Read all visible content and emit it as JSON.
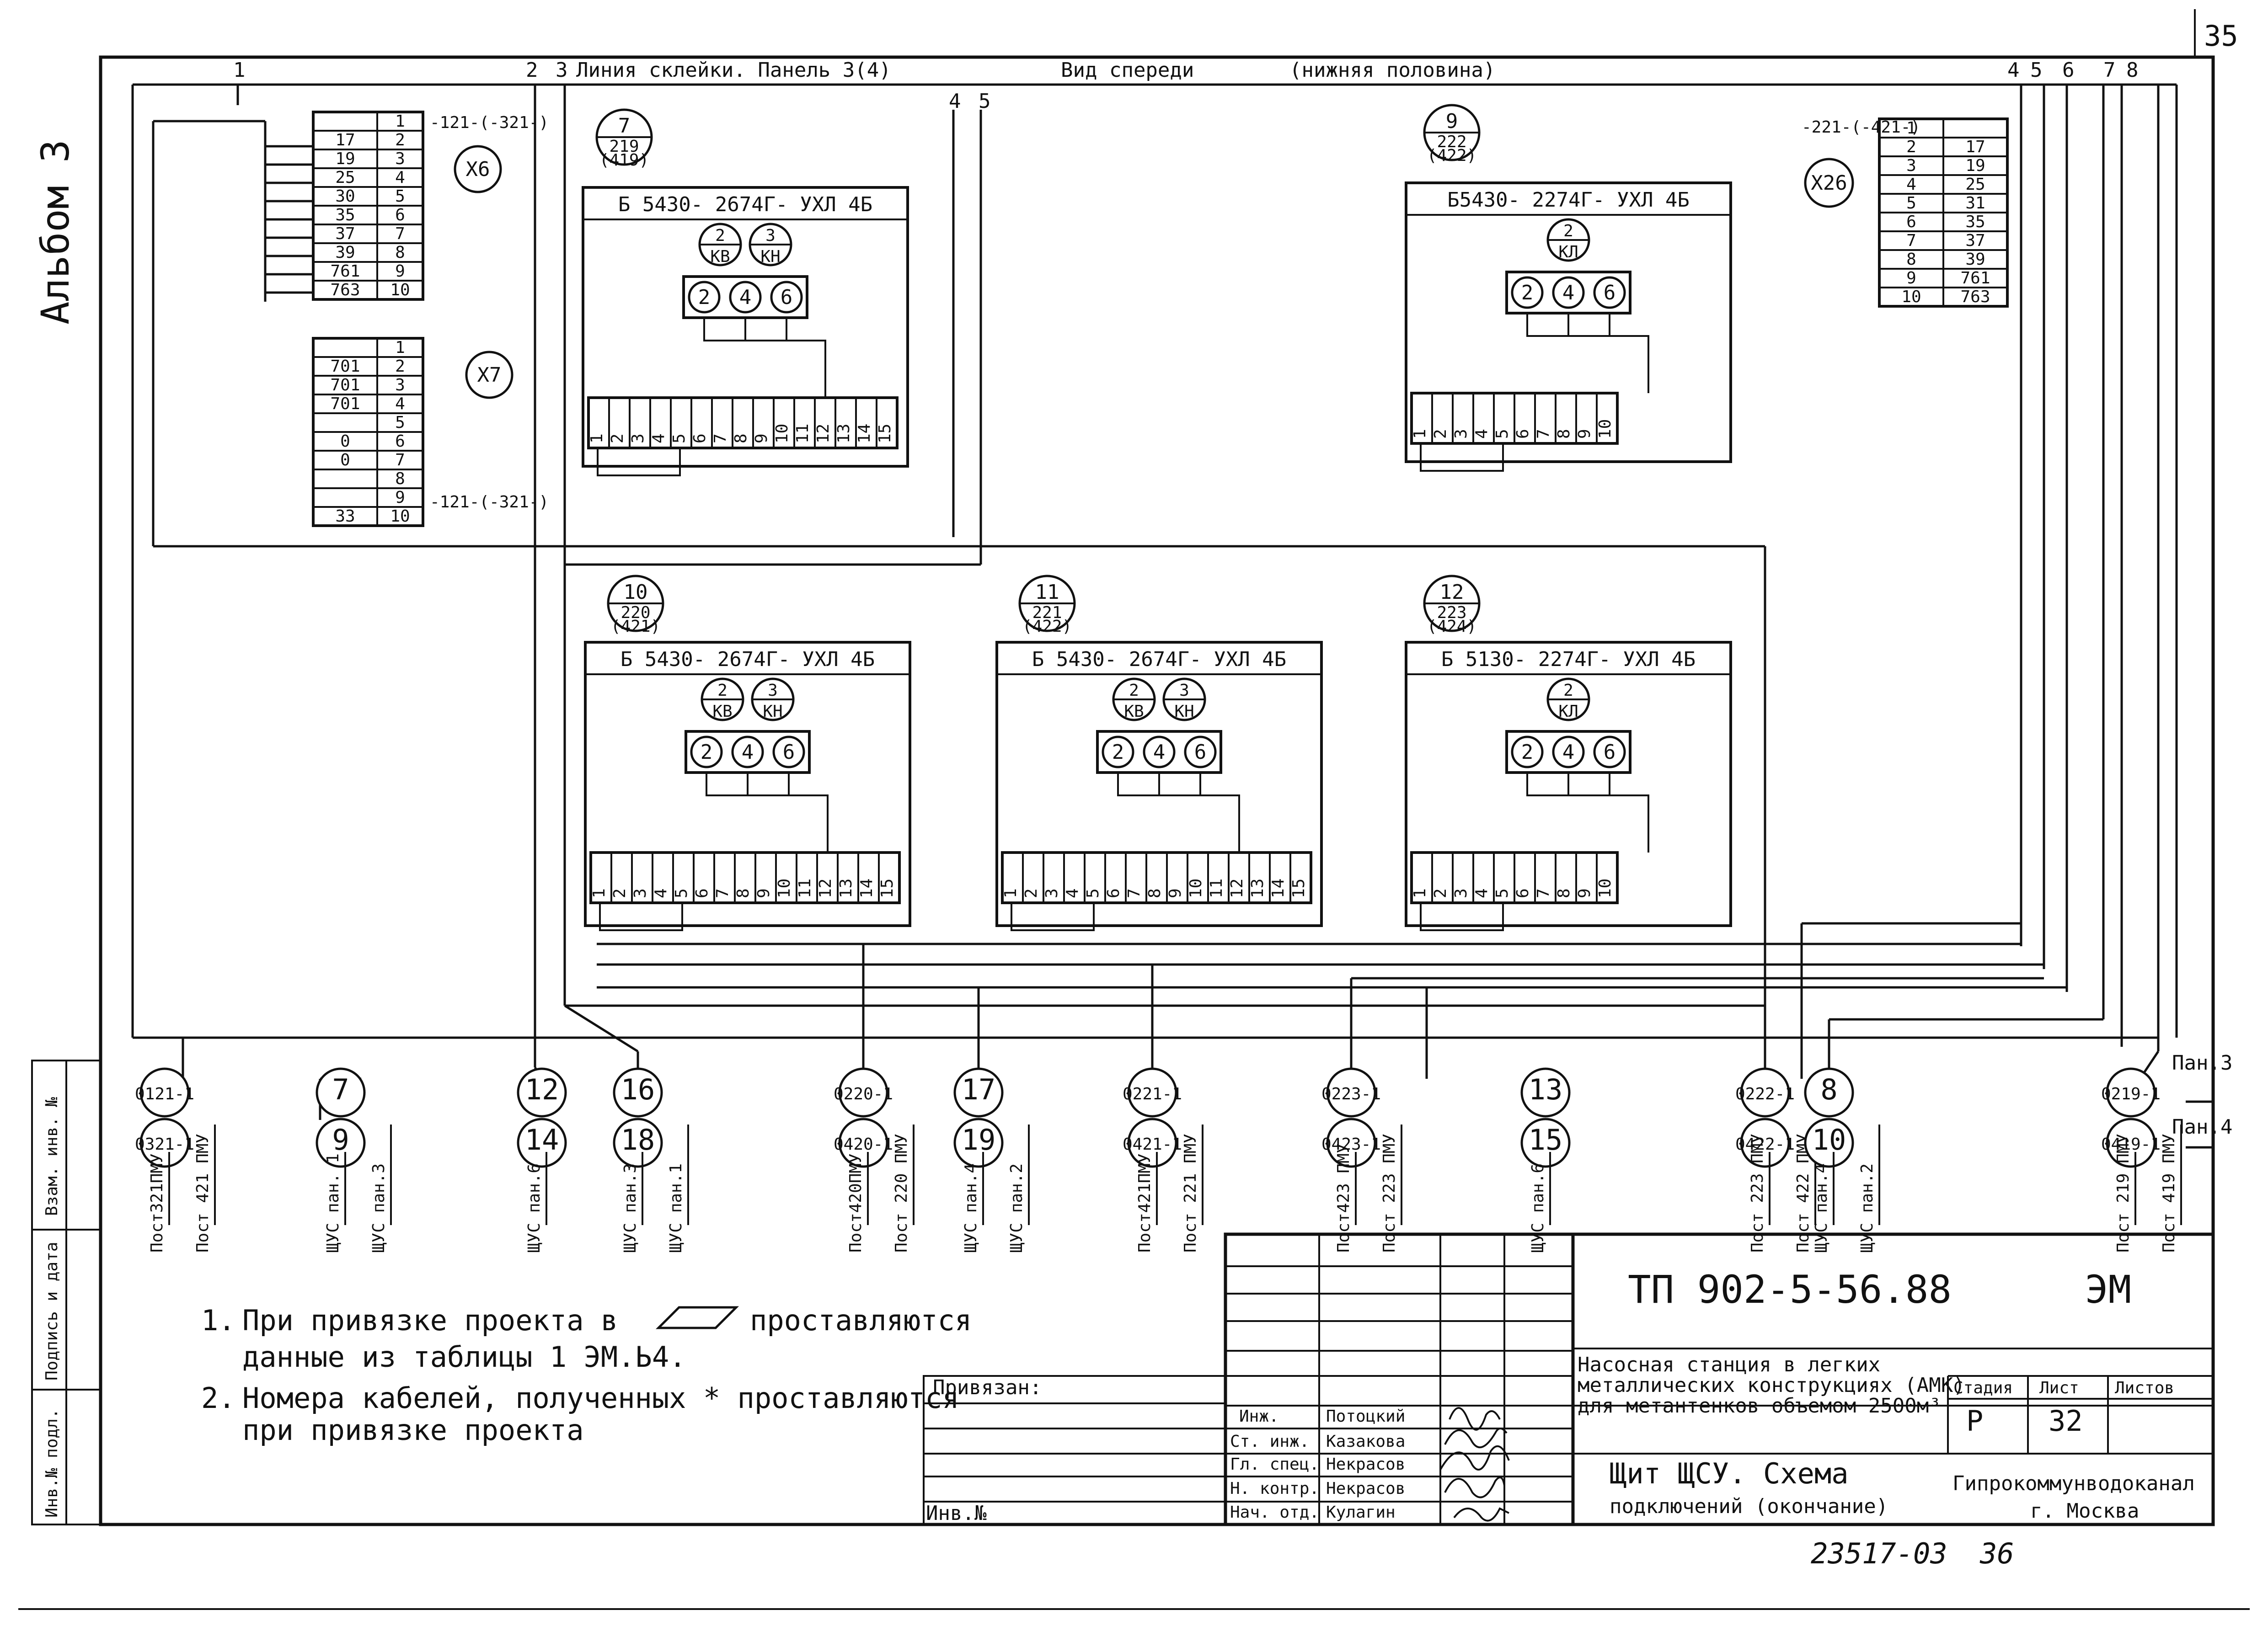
{
  "sheet_number": "35",
  "album_label": "Альбом 3",
  "header": {
    "marks_left": [
      "1",
      "2",
      "3"
    ],
    "title": "Линия склейки. Панель 3(4)",
    "marks_mid": [
      "4",
      "5"
    ],
    "view": "Вид спереди",
    "half": "(нижняя половина)",
    "marks_right": [
      "4",
      "5",
      "6",
      "7",
      "8"
    ]
  },
  "terminal_blocks": {
    "x6": {
      "tag": "X6",
      "note": "-121-(-321-)",
      "left": [
        "",
        "17",
        "19",
        "25",
        "30",
        "35",
        "37",
        "39",
        "761",
        "763"
      ],
      "right": [
        "1",
        "2",
        "3",
        "4",
        "5",
        "6",
        "7",
        "8",
        "9",
        "10"
      ]
    },
    "x7": {
      "tag": "X7",
      "note": "-121-(-321-)",
      "left": [
        "",
        "701",
        "701",
        "701",
        "",
        "0",
        "0",
        "",
        "",
        "33"
      ],
      "right": [
        "1",
        "2",
        "3",
        "4",
        "5",
        "6",
        "7",
        "8",
        "9",
        "10"
      ]
    },
    "x26": {
      "tag": "X26",
      "note": "-221-(-421-)",
      "left": [
        "1",
        "2",
        "3",
        "4",
        "5",
        "6",
        "7",
        "8",
        "9",
        "10"
      ],
      "right": [
        "",
        "17",
        "19",
        "25",
        "31",
        "35",
        "37",
        "39",
        "761",
        "763"
      ]
    }
  },
  "devices": [
    {
      "num": "7",
      "code": "219",
      "alt": "(419)",
      "model": "Б 5430- 2674Г- УХЛ 4Б",
      "relays": [
        {
          "n": "2",
          "l": "КВ"
        },
        {
          "n": "3",
          "l": "КН"
        }
      ],
      "contacts": [
        "2",
        "4",
        "6"
      ],
      "terms": [
        "1",
        "2",
        "3",
        "4",
        "5",
        "6",
        "7",
        "8",
        "9",
        "10",
        "11",
        "12",
        "13",
        "14",
        "15"
      ]
    },
    {
      "num": "9",
      "code": "222",
      "alt": "(422)",
      "model": "Б5430- 2274Г- УХЛ 4Б",
      "relays": [
        {
          "n": "2",
          "l": "КЛ"
        }
      ],
      "contacts": [
        "2",
        "4",
        "6"
      ],
      "terms": [
        "1",
        "2",
        "3",
        "4",
        "5",
        "6",
        "7",
        "8",
        "9",
        "10"
      ]
    },
    {
      "num": "10",
      "code": "220",
      "alt": "(421)",
      "model": "Б 5430- 2674Г- УХЛ 4Б",
      "relays": [
        {
          "n": "2",
          "l": "КВ"
        },
        {
          "n": "3",
          "l": "КН"
        }
      ],
      "contacts": [
        "2",
        "4",
        "6"
      ],
      "terms": [
        "1",
        "2",
        "3",
        "4",
        "5",
        "6",
        "7",
        "8",
        "9",
        "10",
        "11",
        "12",
        "13",
        "14",
        "15"
      ]
    },
    {
      "num": "11",
      "code": "221",
      "alt": "(422)",
      "model": "Б 5430- 2674Г- УХЛ 4Б",
      "relays": [
        {
          "n": "2",
          "l": "КВ"
        },
        {
          "n": "3",
          "l": "КН"
        }
      ],
      "contacts": [
        "2",
        "4",
        "6"
      ],
      "terms": [
        "1",
        "2",
        "3",
        "4",
        "5",
        "6",
        "7",
        "8",
        "9",
        "10",
        "11",
        "12",
        "13",
        "14",
        "15"
      ]
    },
    {
      "num": "12",
      "code": "223",
      "alt": "(424)",
      "model": "Б 5130- 2274Г- УХЛ 4Б",
      "relays": [
        {
          "n": "2",
          "l": "КЛ"
        }
      ],
      "contacts": [
        "2",
        "4",
        "6"
      ],
      "terms": [
        "1",
        "2",
        "3",
        "4",
        "5",
        "6",
        "7",
        "8",
        "9",
        "10"
      ]
    }
  ],
  "cables": [
    {
      "top": "0121-1",
      "bottom": "0321-1",
      "dest": [
        "Пост321ПМУ",
        "Пост 421 ПМУ"
      ]
    },
    {
      "top": "7",
      "bottom": "9",
      "dest": [
        "ЩУС пан. 1",
        "ЩУС пан.3"
      ]
    },
    {
      "top": "12",
      "bottom": "14",
      "dest": [
        "ЩУС пан.6"
      ]
    },
    {
      "top": "16",
      "bottom": "18",
      "dest": [
        "ЩУС пан.3",
        "ЩУС пан.1"
      ]
    },
    {
      "top": "0220-1",
      "bottom": "0420-1",
      "dest": [
        "Пост420ПМУ",
        "Пост 220 ПМУ"
      ]
    },
    {
      "top": "17",
      "bottom": "19",
      "dest": [
        "ЩУС пан.4",
        "ЩУС пан.2"
      ]
    },
    {
      "top": "0221-1",
      "bottom": "0421-1",
      "dest": [
        "Пост421ПМУ",
        "Пост 221 ПМУ"
      ]
    },
    {
      "top": "0223-1",
      "bottom": "0423-1",
      "dest": [
        "Пост423 ПМУ",
        "Пост 223 ПМУ"
      ]
    },
    {
      "top": "13",
      "bottom": "15",
      "dest": [
        "ЩУС пан.6"
      ]
    },
    {
      "top": "0222-1",
      "bottom": "0422-1",
      "dest": [
        "Пост 223 ПМУ",
        "Пост 422 ПМУ"
      ]
    },
    {
      "top": "8",
      "bottom": "10",
      "dest": [
        "ЩУС пан.4",
        "ЩУС пан.2"
      ]
    },
    {
      "top": "0219-1",
      "bottom": "0419-1",
      "dest": [
        "Пост 219 ПМУ",
        "Пост 419 ПМУ"
      ]
    }
  ],
  "panel_marks": [
    "Пан.3",
    "Пан.4"
  ],
  "notes": [
    {
      "num": "1.",
      "text": "При привязке проекта в",
      "text2": "проставляются",
      "line2": "данные из таблицы 1 ЭМ.Ь4."
    },
    {
      "num": "2.",
      "text": "Номера кабелей, полученных * проставляются",
      "line2": "при привязке проекта"
    }
  ],
  "side_stamp": [
    "Инв.№ подл.",
    "Подпись и дата",
    "Взам. инв. №"
  ],
  "title_block": {
    "designation": "ТП 902-5-56.88",
    "mark": "ЭМ",
    "bound": "Привязан:",
    "inv": "Инв.№",
    "roles": [
      {
        "role": "Инж.",
        "name": "Потоцкий"
      },
      {
        "role": "Ст. инж.",
        "name": "Казакова"
      },
      {
        "role": "Гл. спец.",
        "name": "Некрасов"
      },
      {
        "role": "Н. контр.",
        "name": "Некрасов"
      },
      {
        "role": "Нач. отд.",
        "name": "Кулагин"
      }
    ],
    "project": [
      "Насосная станция в легких",
      "металлических конструкциях (АМК)",
      "для метантенков объемом 2500м³"
    ],
    "stage_label": "Стадия",
    "stage": "Р",
    "sheet_label": "Лист",
    "sheet": "32",
    "sheets_label": "Листов",
    "sheets": "",
    "drawing": [
      "Щит ЩСУ. Схема",
      "подключений (окончание)"
    ],
    "org": [
      "Гипрокоммунводоканал",
      "г. Москва"
    ],
    "archive": "23517-03",
    "archive_page": "36"
  }
}
